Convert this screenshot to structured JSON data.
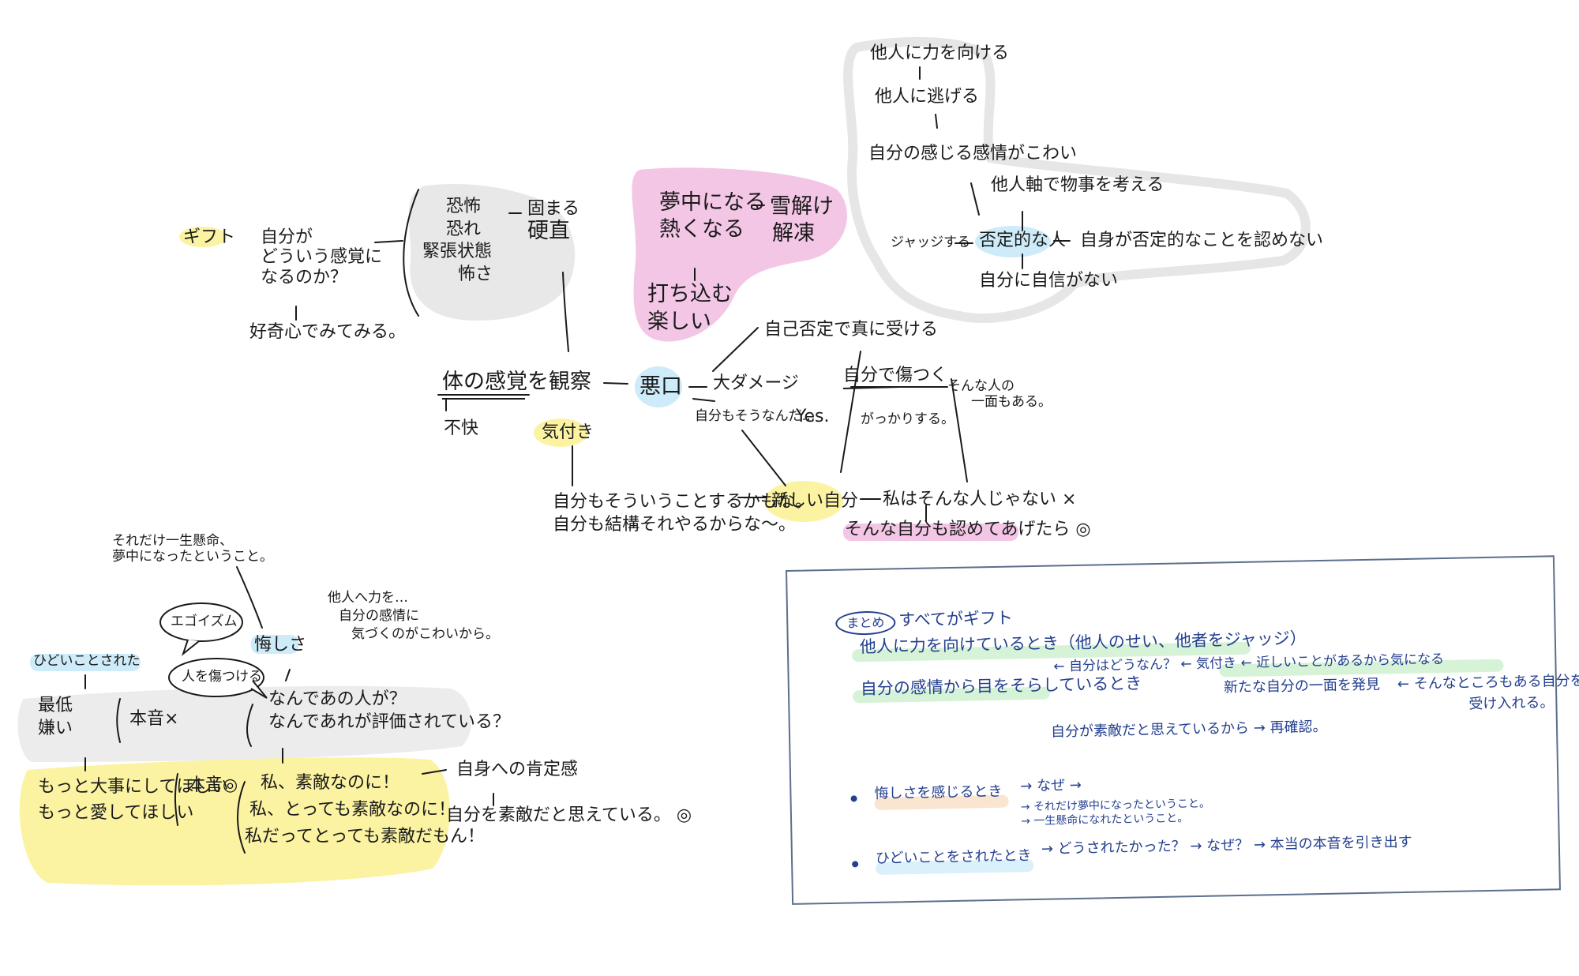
{
  "colors": {
    "gray_blob": "#e8e8e8",
    "pink_blob": "#f3c6e6",
    "yellow": "#fbf3a2",
    "blue": "#cdebf8",
    "green": "#c9efc9",
    "orange": "#f8dcc1",
    "ink": "#1a1a1a",
    "summary_ink": "#233f8f"
  },
  "top": {
    "gift": "ギフト",
    "q1": "自分が",
    "q2": "どういう感覚に",
    "q3": "なるのか？",
    "curious": "好奇心でみてみる。",
    "fear1": "恐怖",
    "fear2": "恐れ",
    "fear3": "緊張状態",
    "fear4": "怖さ",
    "freeze1": "固まる",
    "freeze2": "硬直",
    "observe": "体の感覚を観察",
    "discomfort": "不快",
    "notice": "気付き",
    "badmouth": "悪口",
    "absorbed1": "夢中になる",
    "absorbed2": "熱くなる",
    "thaw1": "雪解け",
    "thaw2": "解凍",
    "engage1": "打ち込む",
    "engage2": "楽しい",
    "denial": "自己否定で真に受ける",
    "damage": "大ダメージ",
    "am_i": "自分もそうなんだ…",
    "yes": "Yes.",
    "hurt_self": "自分で傷つく",
    "disappointed": "がっかりする。",
    "side1": "そんな人の",
    "side2": "一面もある。",
    "maybe1": "自分もそういうことするかもな。",
    "maybe2": "自分も結構それやるからな〜。",
    "new_self": "新しい自分",
    "not_me": "私はそんな人じゃない",
    "not_me_mark": "×",
    "accept": "そんな自分も認めてあげたら",
    "accept_mark": "◎"
  },
  "judge": {
    "l1": "他人に力を向ける",
    "l2": "他人に逃げる",
    "l3": "自分の感じる感情がこわい",
    "l4": "他人軸で物事を考える",
    "left": "ジャッジする",
    "center": "否定的な人",
    "right": "自身が否定的なことを認めない",
    "bottom": "自分に自信がない"
  },
  "bottom": {
    "hard_work1": "それだけ一生懸命、",
    "hard_work2": "夢中になったということ。",
    "egoism": "エゴイズム",
    "frustrated": "悔しさ",
    "power1": "他人へ力を…",
    "power2": "自分の感情に",
    "power3": "気づくのがこわいから。",
    "mistreated": "ひどいことされた",
    "worst1": "最低",
    "worst2": "嫌い",
    "label_x": "本音×",
    "hurt": "人を傷つける",
    "why1": "なんであの人が？",
    "why2": "なんであれが評価されている？",
    "care1": "もっと大事にしてほしい",
    "care2": "もっと愛してほしい",
    "label_o": "本音◎",
    "great1": "私、素敵なのに！",
    "great2": "私、とっても素敵なのに！",
    "great3": "私だってとっても素敵だもん！",
    "self_esteem": "自身への肯定感",
    "think_great": "自分を素敵だと思えている。",
    "think_mark": "◎"
  },
  "summary": {
    "badge": "まとめ",
    "title": "すべてがギフト",
    "r1": "他人に力を向けているとき（他人のせい、他者をジャッジ）",
    "r2a": "自分の感情から目をそらしているとき",
    "r2b": "← 自分はどうなん？ ← 気付き ← 近しいことがあるから気になる",
    "r3": "新たな自分の一面を発見",
    "r3b": "← そんなところもある自分を",
    "r3c": "受け入れる。",
    "r4": "自分が素敵だと思えているから → 再確認。",
    "b1": "悔しさを感じるとき",
    "b1a": "→ なぜ →",
    "b1b": "→ それだけ夢中になったということ。",
    "b1c": "→ 一生懸命になれたということ。",
    "b2": "ひどいことをされたとき",
    "b2a": "→ どうされたかった？ → なぜ？ → 本当の本音を引き出す"
  }
}
